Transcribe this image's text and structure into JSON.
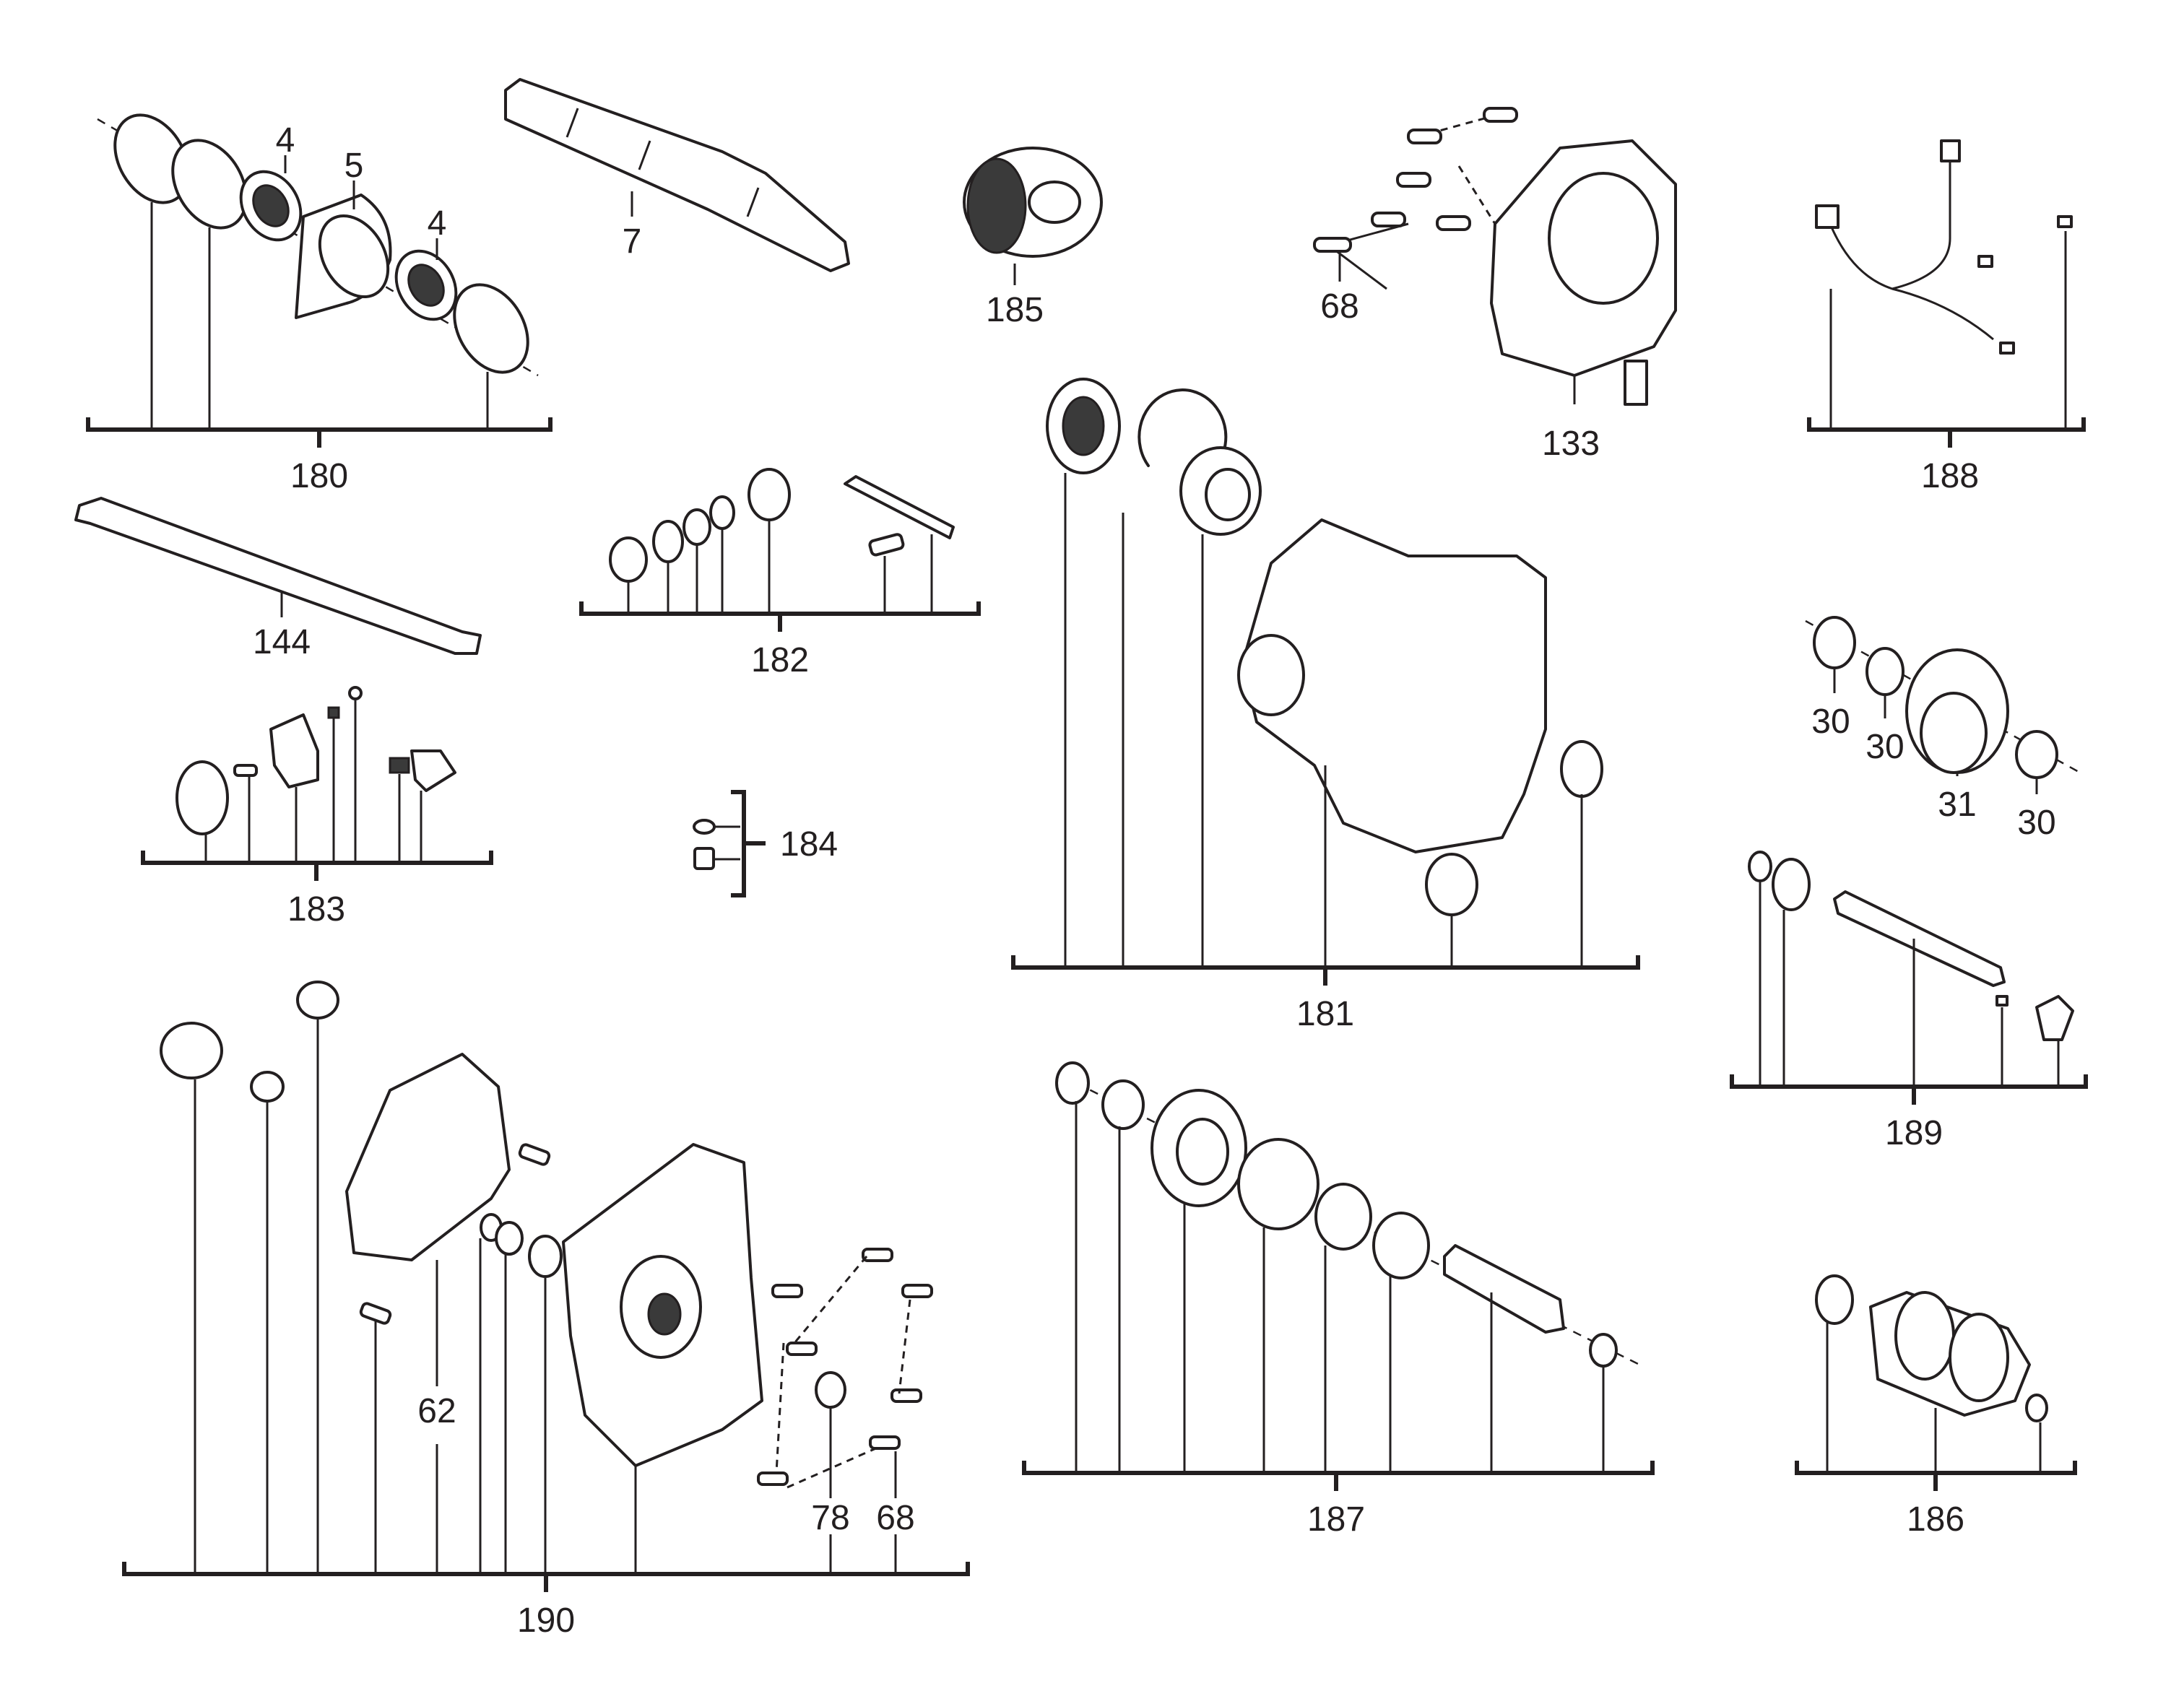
{
  "diagram": {
    "part_labels": {
      "p4a": "4",
      "p5": "5",
      "p4b": "4",
      "p7": "7",
      "p185": "185",
      "p68a": "68",
      "p133": "133",
      "p180": "180",
      "p188": "188",
      "p144": "144",
      "p182": "182",
      "p183": "183",
      "p184": "184",
      "p181": "181",
      "p30a": "30",
      "p30b": "30",
      "p31": "31",
      "p30c": "30",
      "p189": "189",
      "p187": "187",
      "p186": "186",
      "p62": "62",
      "p78": "78",
      "p68b": "68",
      "p190": "190"
    },
    "colors": {
      "ink": "#231f20",
      "background": "#ffffff"
    }
  }
}
